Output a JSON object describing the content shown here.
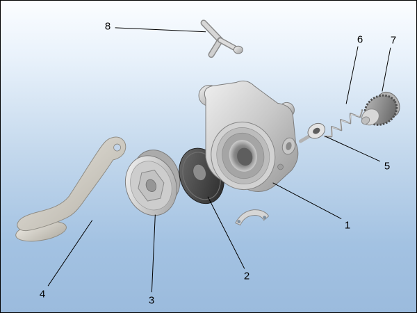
{
  "diagram": {
    "type": "exploded-parts-diagram",
    "description_colors": {
      "background_top": "#fbfdff",
      "background_bottom": "#9bbbdd",
      "leader_line": "#000000",
      "metal_light": "#eeeeee",
      "metal_dark": "#5f5f5f"
    },
    "callouts": [
      {
        "label": "1"
      },
      {
        "label": "2"
      },
      {
        "label": "3"
      },
      {
        "label": "4"
      },
      {
        "label": "5"
      },
      {
        "label": "6"
      },
      {
        "label": "7"
      },
      {
        "label": "8"
      }
    ]
  }
}
